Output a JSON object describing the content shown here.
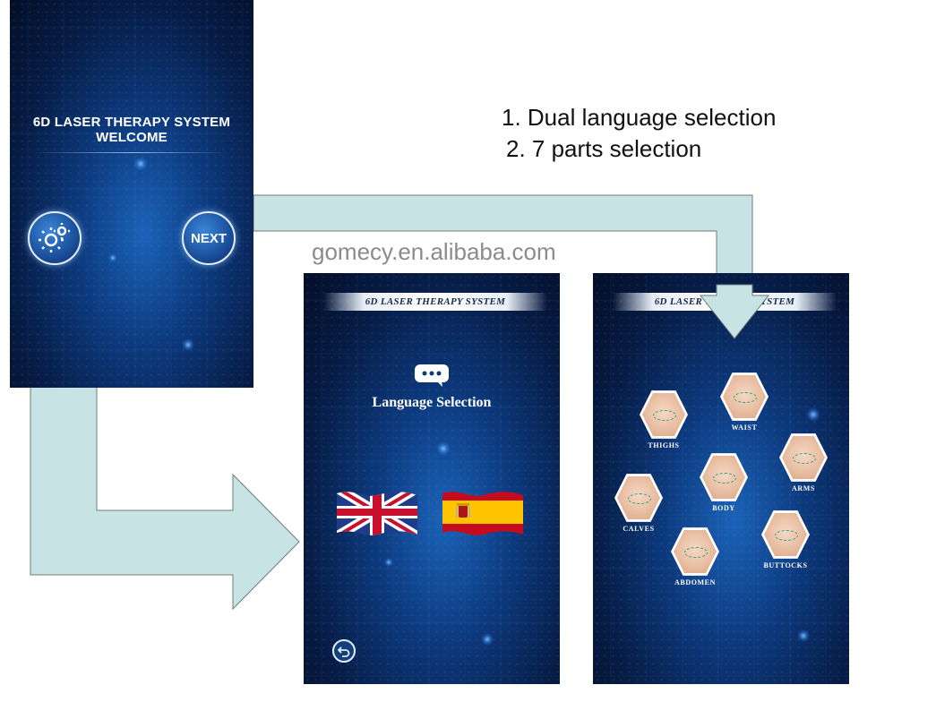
{
  "annotations": {
    "steps": [
      "1. Dual language selection",
      "2. 7 parts selection"
    ],
    "watermark": "gomecy.en.alibaba.com"
  },
  "welcome_screen": {
    "title_line1": "6D LASER THERAPY SYSTEM",
    "title_line2": "WELCOME",
    "settings_icon": "gear-icon",
    "next_label": "NEXT"
  },
  "language_screen": {
    "header": "6D LASER THERAPY SYSTEM",
    "chat_icon": "chat-bubble-icon",
    "title": "Language Selection",
    "languages": [
      {
        "icon": "uk-flag-icon"
      },
      {
        "icon": "spain-flag-icon"
      }
    ],
    "back_icon": "back-arrow-icon"
  },
  "parts_screen": {
    "header": "6D LASER THERAPY SYSTEM",
    "parts": [
      {
        "label": "THIGHS"
      },
      {
        "label": "WAIST"
      },
      {
        "label": "ARMS"
      },
      {
        "label": "BODY"
      },
      {
        "label": "CALVES"
      },
      {
        "label": "BUTTOCKS"
      },
      {
        "label": "ABDOMEN"
      }
    ]
  },
  "colors": {
    "arrow_fill": "#c7e3e3",
    "arrow_stroke": "#6e7b7b",
    "screen_dark": "#071c45",
    "screen_mid": "#1b63b8"
  }
}
